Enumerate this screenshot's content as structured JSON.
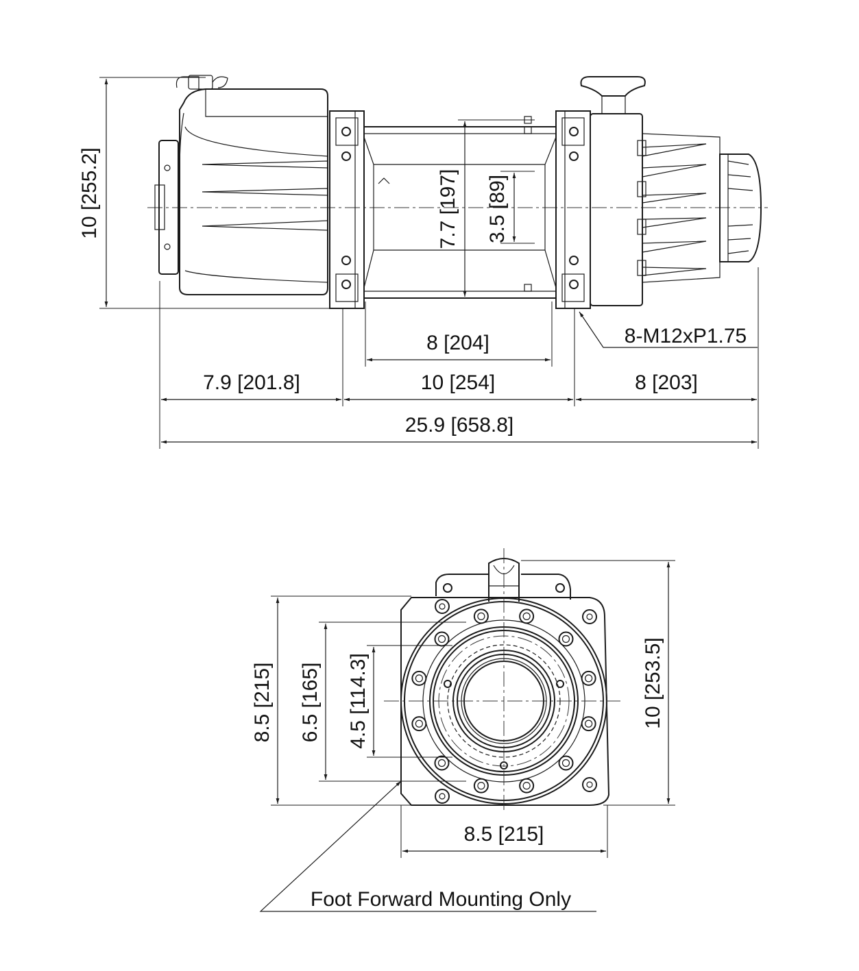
{
  "side_view": {
    "height_total": "10 [255.2]",
    "drum_flange_dia": "7.7 [197]",
    "drum_core_dia": "3.5 [89]",
    "drum_length": "8 [204]",
    "bolt_spec": "8-M12xP1.75",
    "motor_length": "7.9 [201.8]",
    "bolt_spacing": "10 [254]",
    "gearbox_length": "8 [203]",
    "overall_length": "25.9 [658.8]"
  },
  "end_view": {
    "foot_height": "8.5 [215]",
    "bolt_height_outer": "6.5 [165]",
    "bolt_height_inner": "4.5 [114.3]",
    "overall_height": "10 [253.5]",
    "foot_width": "8.5 [215]",
    "note": "Foot Forward Mounting Only"
  },
  "colors": {
    "line": "#1a1a1a",
    "background": "#ffffff"
  }
}
